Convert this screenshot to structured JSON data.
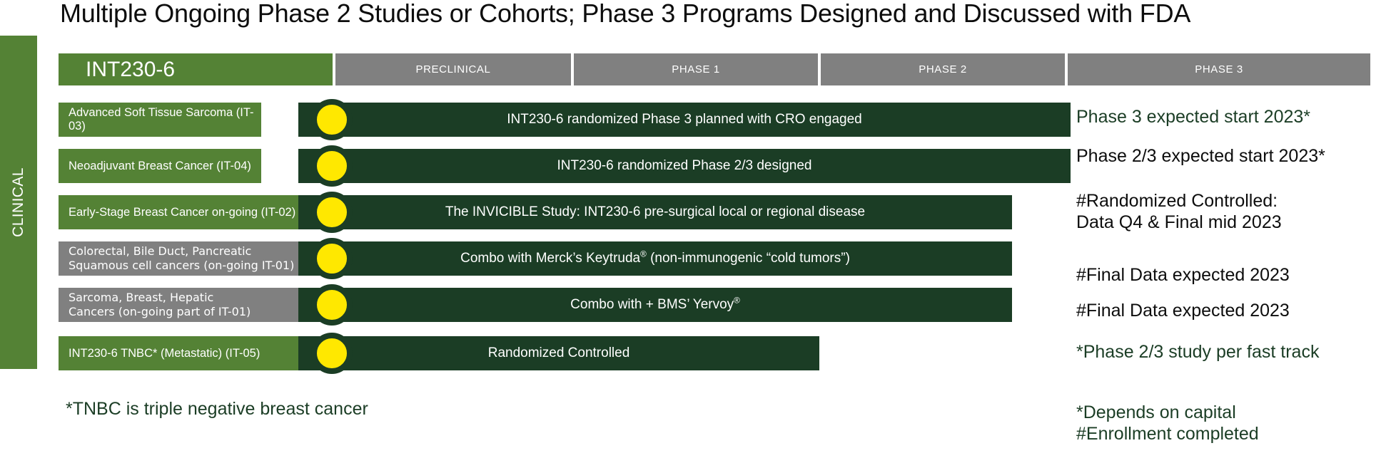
{
  "title": "Multiple Ongoing Phase 2 Studies or Cohorts; Phase 3 Programs Designed and Discussed with FDA",
  "side_strip": {
    "label": "CLINICAL",
    "color": "#548235"
  },
  "colors": {
    "brand_green": "#548235",
    "dark_green": "#1b3d25",
    "gray": "#808080",
    "marker_yellow": "#ffe800",
    "title_black": "#0d0d0d"
  },
  "phase_headers": [
    {
      "label": "INT230-6",
      "style": "brand"
    },
    {
      "label": "PRECLINICAL",
      "style": "gray"
    },
    {
      "label": "PHASE 1",
      "style": "gray"
    },
    {
      "label": "PHASE 2",
      "style": "gray"
    },
    {
      "label": "PHASE 3",
      "style": "gray"
    }
  ],
  "rows": [
    {
      "label_lines": [
        "Advanced Soft Tissue Sarcoma (IT-03)"
      ],
      "label_color": "green",
      "bar_text": "INT230-6 randomized Phase 3  planned with CRO engaged",
      "has_marker": true
    },
    {
      "label_lines": [
        "Neoadjuvant Breast Cancer (IT-04)"
      ],
      "label_color": "green",
      "bar_text": "INT230-6 randomized Phase 2/3 designed",
      "has_marker": true
    },
    {
      "label_lines": [
        "Early-Stage Breast Cancer on-going (IT-02)"
      ],
      "label_color": "green",
      "bar_text": "The INVICIBLE Study: INT230-6 pre-surgical local or regional disease",
      "has_marker": true
    },
    {
      "label_lines": [
        "Colorectal, Bile Duct, Pancreatic",
        "Squamous cell cancers (on-going IT-01)"
      ],
      "label_color": "gray",
      "bar_text": "Combo with Merck’s Keytruda® (non-immunogenic “cold tumors”)",
      "has_marker": true
    },
    {
      "label_lines": [
        "Sarcoma, Breast, Hepatic",
        "Cancers  (on-going part of IT-01)"
      ],
      "label_color": "gray",
      "bar_text": "Combo with + BMS’ Yervoy®",
      "has_marker": true
    },
    {
      "label_lines": [
        "INT230-6 TNBC* (Metastatic) (IT-05)"
      ],
      "label_color": "green",
      "bar_text": "Randomized Controlled",
      "has_marker": true
    }
  ],
  "notes": [
    {
      "text": "Phase 3 expected start 2023*",
      "color": "dark-green"
    },
    {
      "text": "Phase 2/3 expected start 2023*",
      "color": "black"
    },
    {
      "text": "#Randomized Controlled:\nData Q4 & Final mid 2023",
      "color": "black"
    },
    {
      "text": "#Final Data expected 2023",
      "color": "black"
    },
    {
      "text": "#Final Data expected 2023",
      "color": "black"
    },
    {
      "text": "*Phase 2/3 study per fast track",
      "color": "dark-green"
    },
    {
      "text": "*Depends on capital\n#Enrollment completed",
      "color": "dark-green"
    }
  ],
  "footnote": "*TNBC is triple negative breast cancer"
}
